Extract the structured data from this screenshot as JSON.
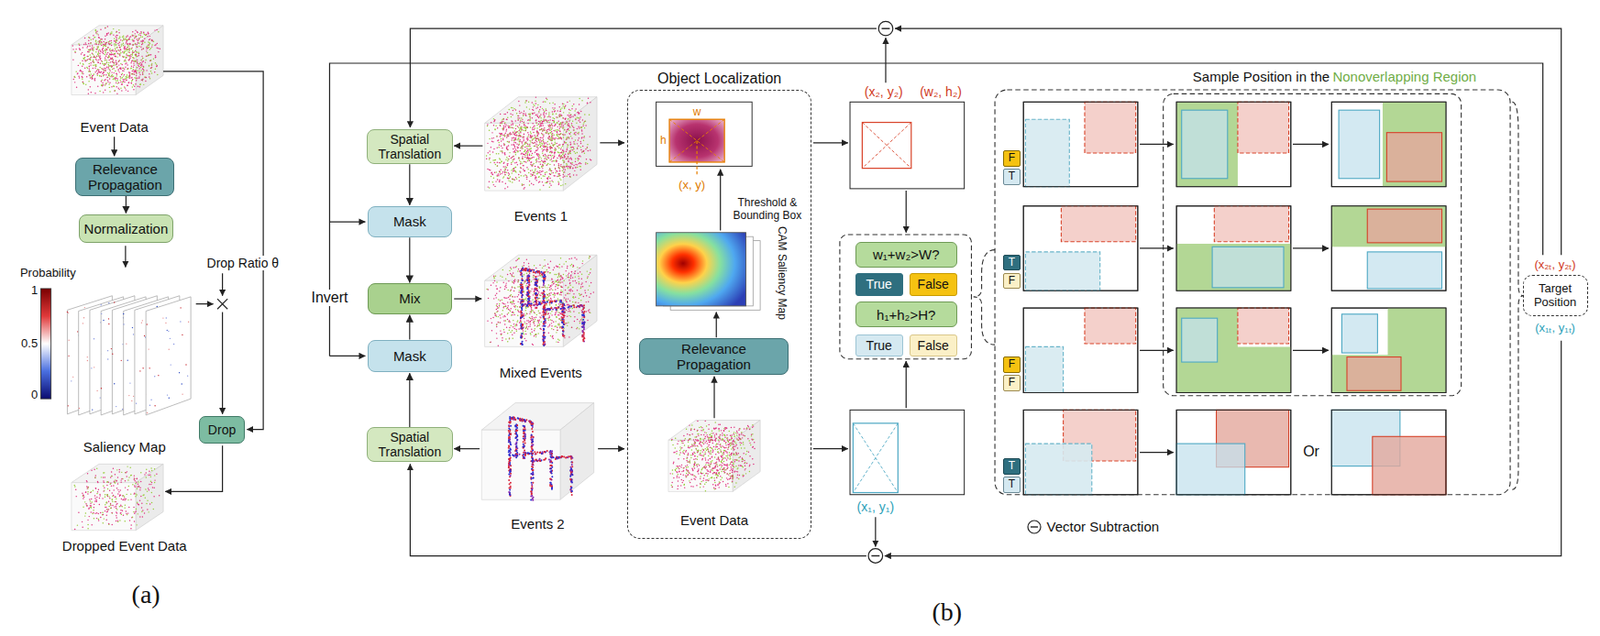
{
  "diagram": {
    "nodes": [
      {
        "text": [
          "Relevance Propagation"
        ]
      },
      {
        "text": [
          "Normalization"
        ]
      },
      {
        "text": [
          "Drop"
        ]
      },
      {
        "text": [
          "Spatial Translation"
        ]
      },
      {
        "text": [
          "Mask"
        ]
      },
      {
        "text": [
          "Mix"
        ]
      },
      {
        "text": [
          "Mask"
        ]
      },
      {
        "text": [
          "Spatial Translation"
        ]
      },
      {
        "text": [
          "Object Localization"
        ]
      },
      {
        "text": [
          "Relevance Propagation"
        ],
        "in": 8
      },
      {
        "text": [
          "w₁+w₂>W?"
        ]
      },
      {
        "text": [
          "True"
        ]
      },
      {
        "text": [
          "False"
        ]
      },
      {
        "text": [
          "h₁+h₂>H?"
        ]
      },
      {
        "text": [
          "True"
        ]
      },
      {
        "text": [
          "False"
        ]
      },
      {
        "text": [
          "F"
        ]
      },
      {
        "text": [
          "T"
        ]
      },
      {
        "text": [
          "T"
        ]
      },
      {
        "text": [
          "F"
        ]
      },
      {
        "text": [
          "F"
        ]
      },
      {
        "text": [
          "F"
        ]
      },
      {
        "text": [
          "T"
        ]
      },
      {
        "text": [
          "T"
        ]
      },
      {
        "text": [
          "Target Position"
        ]
      }
    ],
    "edges": [
      {
        "from": 0,
        "to": 1,
        "arrow": "to"
      },
      {
        "from": 3,
        "to": 4,
        "arrow": "to"
      },
      {
        "from": 4,
        "to": 5,
        "arrow": "to"
      },
      {
        "from": 7,
        "to": 6,
        "arrow": "to"
      },
      {
        "from": 6,
        "to": 5,
        "arrow": "to"
      }
    ],
    "labels": [
      "Event Data",
      "Probability",
      "1",
      "0.5",
      "0",
      "Drop Ratio θ",
      "Saliency Map",
      "Dropped Event Data",
      "(a)",
      "Invert",
      "Events 1",
      "Mixed Events",
      "Events 2",
      "w",
      "h",
      "(x, y)",
      "Threshold & Bounding Box",
      "CAM Saliency Map",
      "Event Data",
      "(x₂, y₂)",
      "(w₂, h₂)",
      "(x₁, y₁)",
      "Sample Position in the",
      "Nonoverlapping Region",
      "Or",
      "(x₂ₜ, y₂ₜ)",
      "(x₁ₜ, y₁ₜ)",
      "(b)"
    ],
    "legend": [
      {
        "text": "Vector Subtraction"
      }
    ]
  }
}
